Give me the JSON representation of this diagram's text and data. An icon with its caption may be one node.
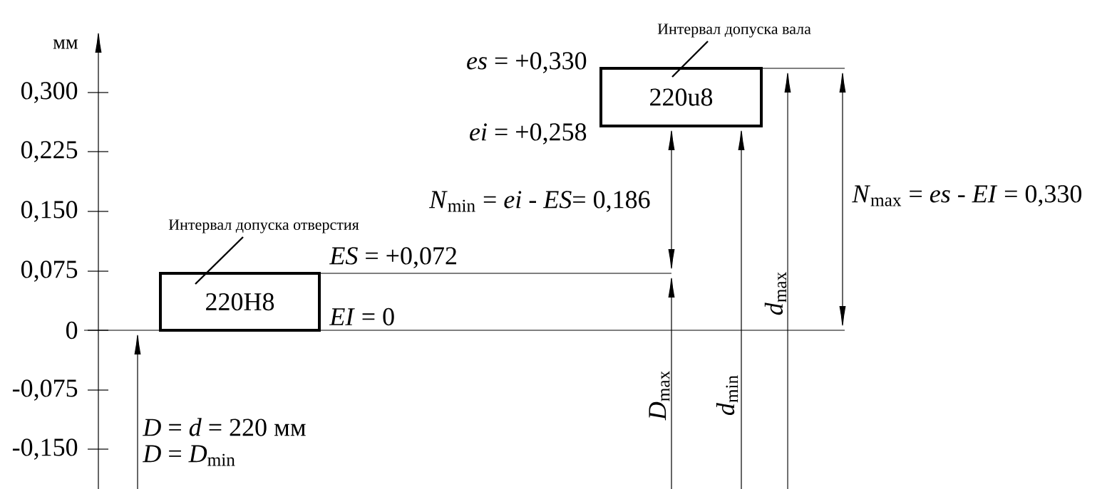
{
  "diagram": {
    "nodes": [
      {
        "text": [
          "220H8"
        ]
      },
      {
        "text": [
          "220u8"
        ]
      },
      {
        "text": [
          "Интервал допуска отверстия"
        ]
      },
      {
        "text": [
          "Интервал допуска вала"
        ]
      }
    ],
    "edges": [
      {
        "from": 2,
        "to": 0,
        "arrow": "none"
      },
      {
        "from": 3,
        "to": 1,
        "arrow": "none"
      }
    ],
    "labels": [
      "мм",
      "*es* = +0,330",
      "0,300",
      "*ei* = +0,258",
      "0,225",
      "*N*$_{min}$ = *ei* - *ES*= 0,186",
      "*N*$_{max}$ = *es* - *EI* = 0,330",
      "0,150",
      "*ES* = +0,072",
      "0,075",
      "*d*$_{max}$",
      "*EI* = 0",
      "0",
      "-0,075",
      "*D*$_{max}$",
      "*d*$_{min}$",
      "*D* = *d* = 220 мм",
      "-0,150",
      "*D* = *D*$_{min}$"
    ]
  }
}
